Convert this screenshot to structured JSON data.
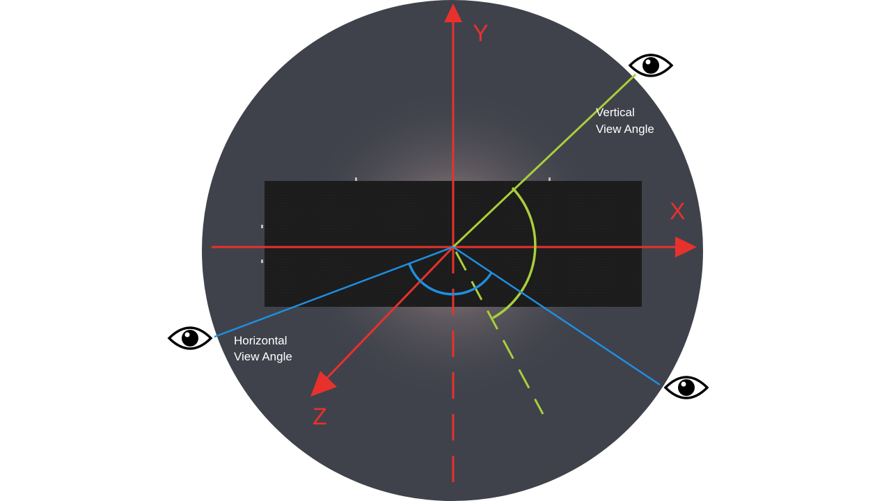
{
  "axes": {
    "x_label": "X",
    "y_label": "Y",
    "z_label": "Z"
  },
  "labels": {
    "vertical_line1": "Vertical",
    "vertical_line2": "View Angle",
    "horizontal_line1": "Horizontal",
    "horizontal_line2": "View Angle"
  },
  "icons": {
    "viewer": "eye-icon"
  },
  "colors": {
    "axis": "#e8312c",
    "vertical_angle": "#a9cf3b",
    "horizontal_angle": "#1f8fe0",
    "sphere": "#3f424b",
    "panel": "#1c1c1c",
    "background": "#ffffff"
  }
}
